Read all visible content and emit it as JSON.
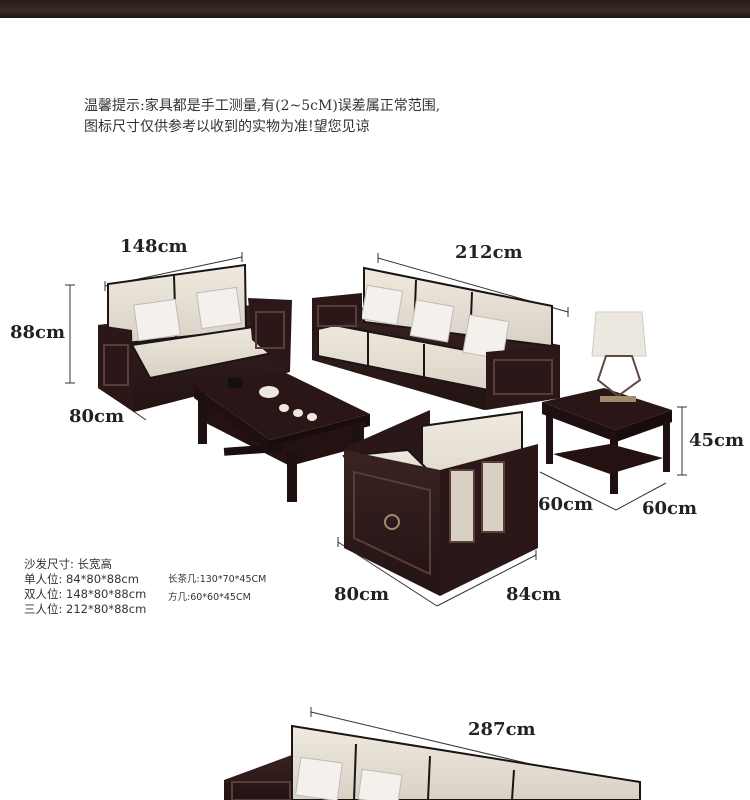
{
  "notice": {
    "line1": "温馨提示:家具都是手工测量,有(2~5cM)误差属正常范围,",
    "line2": "图标尺寸仅供参考以收到的实物为准!望您见谅"
  },
  "dimensions": {
    "loveseat_width": "148cm",
    "loveseat_height": "88cm",
    "loveseat_depth": "80cm",
    "sofa3_width": "212cm",
    "side_table_height": "45cm",
    "side_table_depth": "60cm",
    "side_table_width": "60cm",
    "single_depth": "80cm",
    "single_width": "84cm",
    "long_sofa_width": "287cm"
  },
  "specs": {
    "title": "沙发尺寸: 长宽高",
    "single": "单人位: 84*80*88cm",
    "double": "双人位: 148*80*88cm",
    "triple": "三人位: 212*80*88cm",
    "tea_table": "长茶几:130*70*45CM",
    "square_table": "方几:60*60*45CM"
  },
  "colors": {
    "wood": "#2e1a1a",
    "cushion": "#e8e2d8",
    "piping": "#1a1414"
  }
}
